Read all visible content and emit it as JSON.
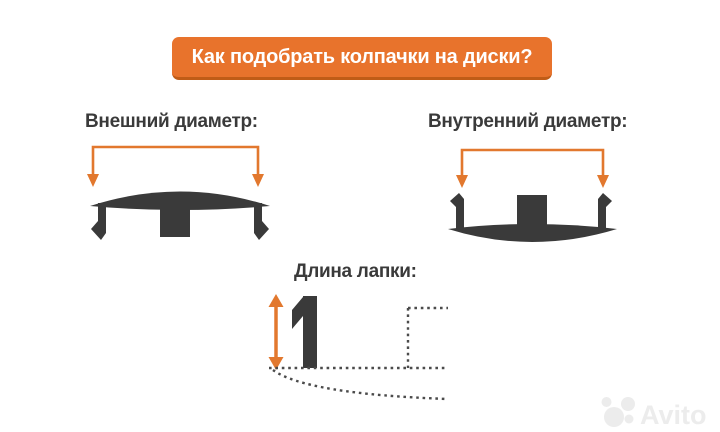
{
  "banner": {
    "title": "Как подобрать колпачки на диски?"
  },
  "sections": {
    "outer_diameter": {
      "label": "Внешний диаметр:"
    },
    "inner_diameter": {
      "label": "Внутренний диаметр:"
    },
    "leg_length": {
      "label": "Длина лапки:"
    }
  },
  "watermark": {
    "brand": "Avito",
    "logo_icon": "avito-circles-icon"
  },
  "icons": {
    "outer_measure": "double-down-arrow-bracket",
    "inner_measure": "double-down-arrow-bracket",
    "leg_measure": "vertical-double-arrow"
  },
  "colors": {
    "background": "#ffffff",
    "banner_bg": "#e8732c",
    "banner_edge": "#c05c17",
    "banner_text": "#ffffff",
    "arrow_orange": "#e2782e",
    "shape_dark": "#3a3a3a",
    "dotted_line": "#4b4b4b",
    "watermark_gray": "#ececec"
  }
}
